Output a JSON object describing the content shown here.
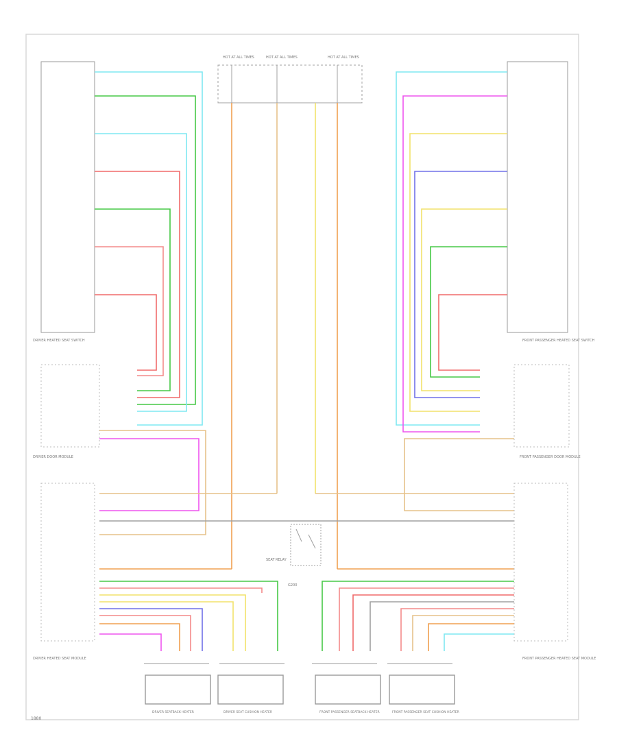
{
  "diagram": {
    "footer_code": "1880",
    "palette": {
      "border": "#d8d8d8",
      "box": "#9a9a9a",
      "gray": "#a0a0a0",
      "cyan": "#7fe8f2",
      "green": "#46c846",
      "red": "#f06a6a",
      "pink": "#f48a8a",
      "magenta": "#ee55ee",
      "orange": "#f0a050",
      "tan": "#e6c28a",
      "yellow": "#f2e26a",
      "blue": "#7070e8"
    },
    "fuses": [
      {
        "label": "HOT AT ALL TIMES"
      },
      {
        "label": "HOT AT ALL TIMES"
      },
      {
        "label": "HOT AT ALL TIMES"
      }
    ],
    "component_labels": {
      "left_switch": "DRIVER HEATED SEAT SWITCH",
      "right_switch": "FRONT PASSENGER HEATED SEAT SWITCH",
      "left_control": "DRIVER DOOR MODULE",
      "right_control": "FRONT PASSENGER DOOR MODULE",
      "left_module": "DRIVER HEATED SEAT MODULE",
      "right_module": "FRONT PASSENGER HEATED SEAT MODULE",
      "relay": "SEAT RELAY",
      "ground": "G200",
      "seat_1": "DRIVER SEATBACK HEATER",
      "seat_2": "DRIVER SEAT CUSHION HEATER",
      "seat_3": "FRONT PASSENGER SEATBACK HEATER",
      "seat_4": "FRONT PASSENGER SEAT CUSHION HEATER"
    }
  }
}
